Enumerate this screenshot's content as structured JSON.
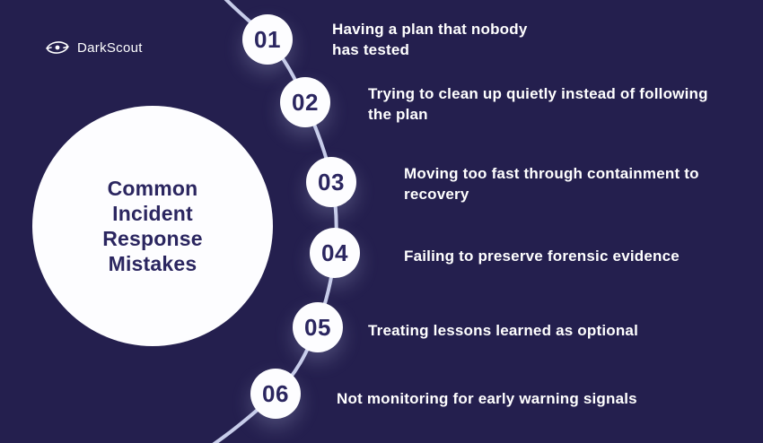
{
  "colors": {
    "background": "#241f4e",
    "circle_fill": "#fdfdff",
    "text_dark": "#2b2660",
    "text_light": "#ffffff",
    "curve": "#c7cce9"
  },
  "logo": {
    "label": "DarkScout",
    "icon": "eye-orbit-icon"
  },
  "title": "Common Incident Response Mistakes",
  "steps": [
    {
      "number": "01",
      "text": "Having a plan that nobody has tested"
    },
    {
      "number": "02",
      "text": "Trying to clean up quietly instead of following the plan"
    },
    {
      "number": "03",
      "text": "Moving too fast through containment to recovery"
    },
    {
      "number": "04",
      "text": "Failing to preserve forensic evidence"
    },
    {
      "number": "05",
      "text": "Treating lessons learned as optional"
    },
    {
      "number": "06",
      "text": "Not monitoring for early warning signals"
    }
  ]
}
